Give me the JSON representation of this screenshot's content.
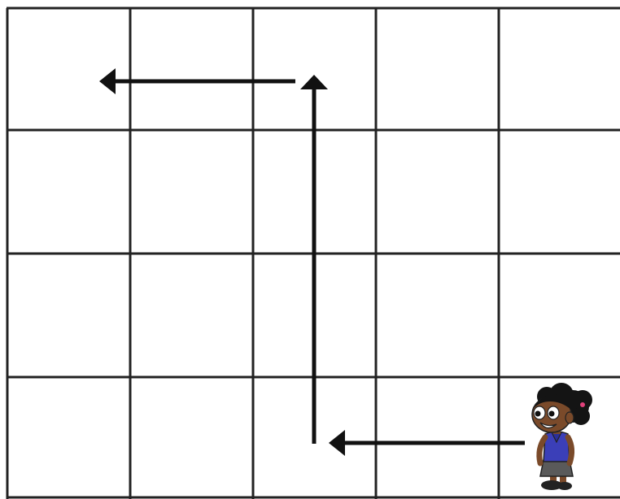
{
  "grid": {
    "columns": 5,
    "rows": 4
  },
  "path": [
    {
      "direction": "left",
      "squares": 1.5
    },
    {
      "direction": "up",
      "squares": 3
    },
    {
      "direction": "left",
      "squares": 1.5
    }
  ],
  "colors": {
    "grid_line": "#222222",
    "arrow": "#111111",
    "background": "#ffffff",
    "skin": "#7a4a2a",
    "hair": "#141414",
    "shirt": "#3b3fb8",
    "skirt": "#5a5a5a",
    "shoe": "#222222",
    "hair_tie": "#e0407a"
  },
  "character": {
    "icon": "girl-character-icon",
    "description_name": "girl"
  }
}
